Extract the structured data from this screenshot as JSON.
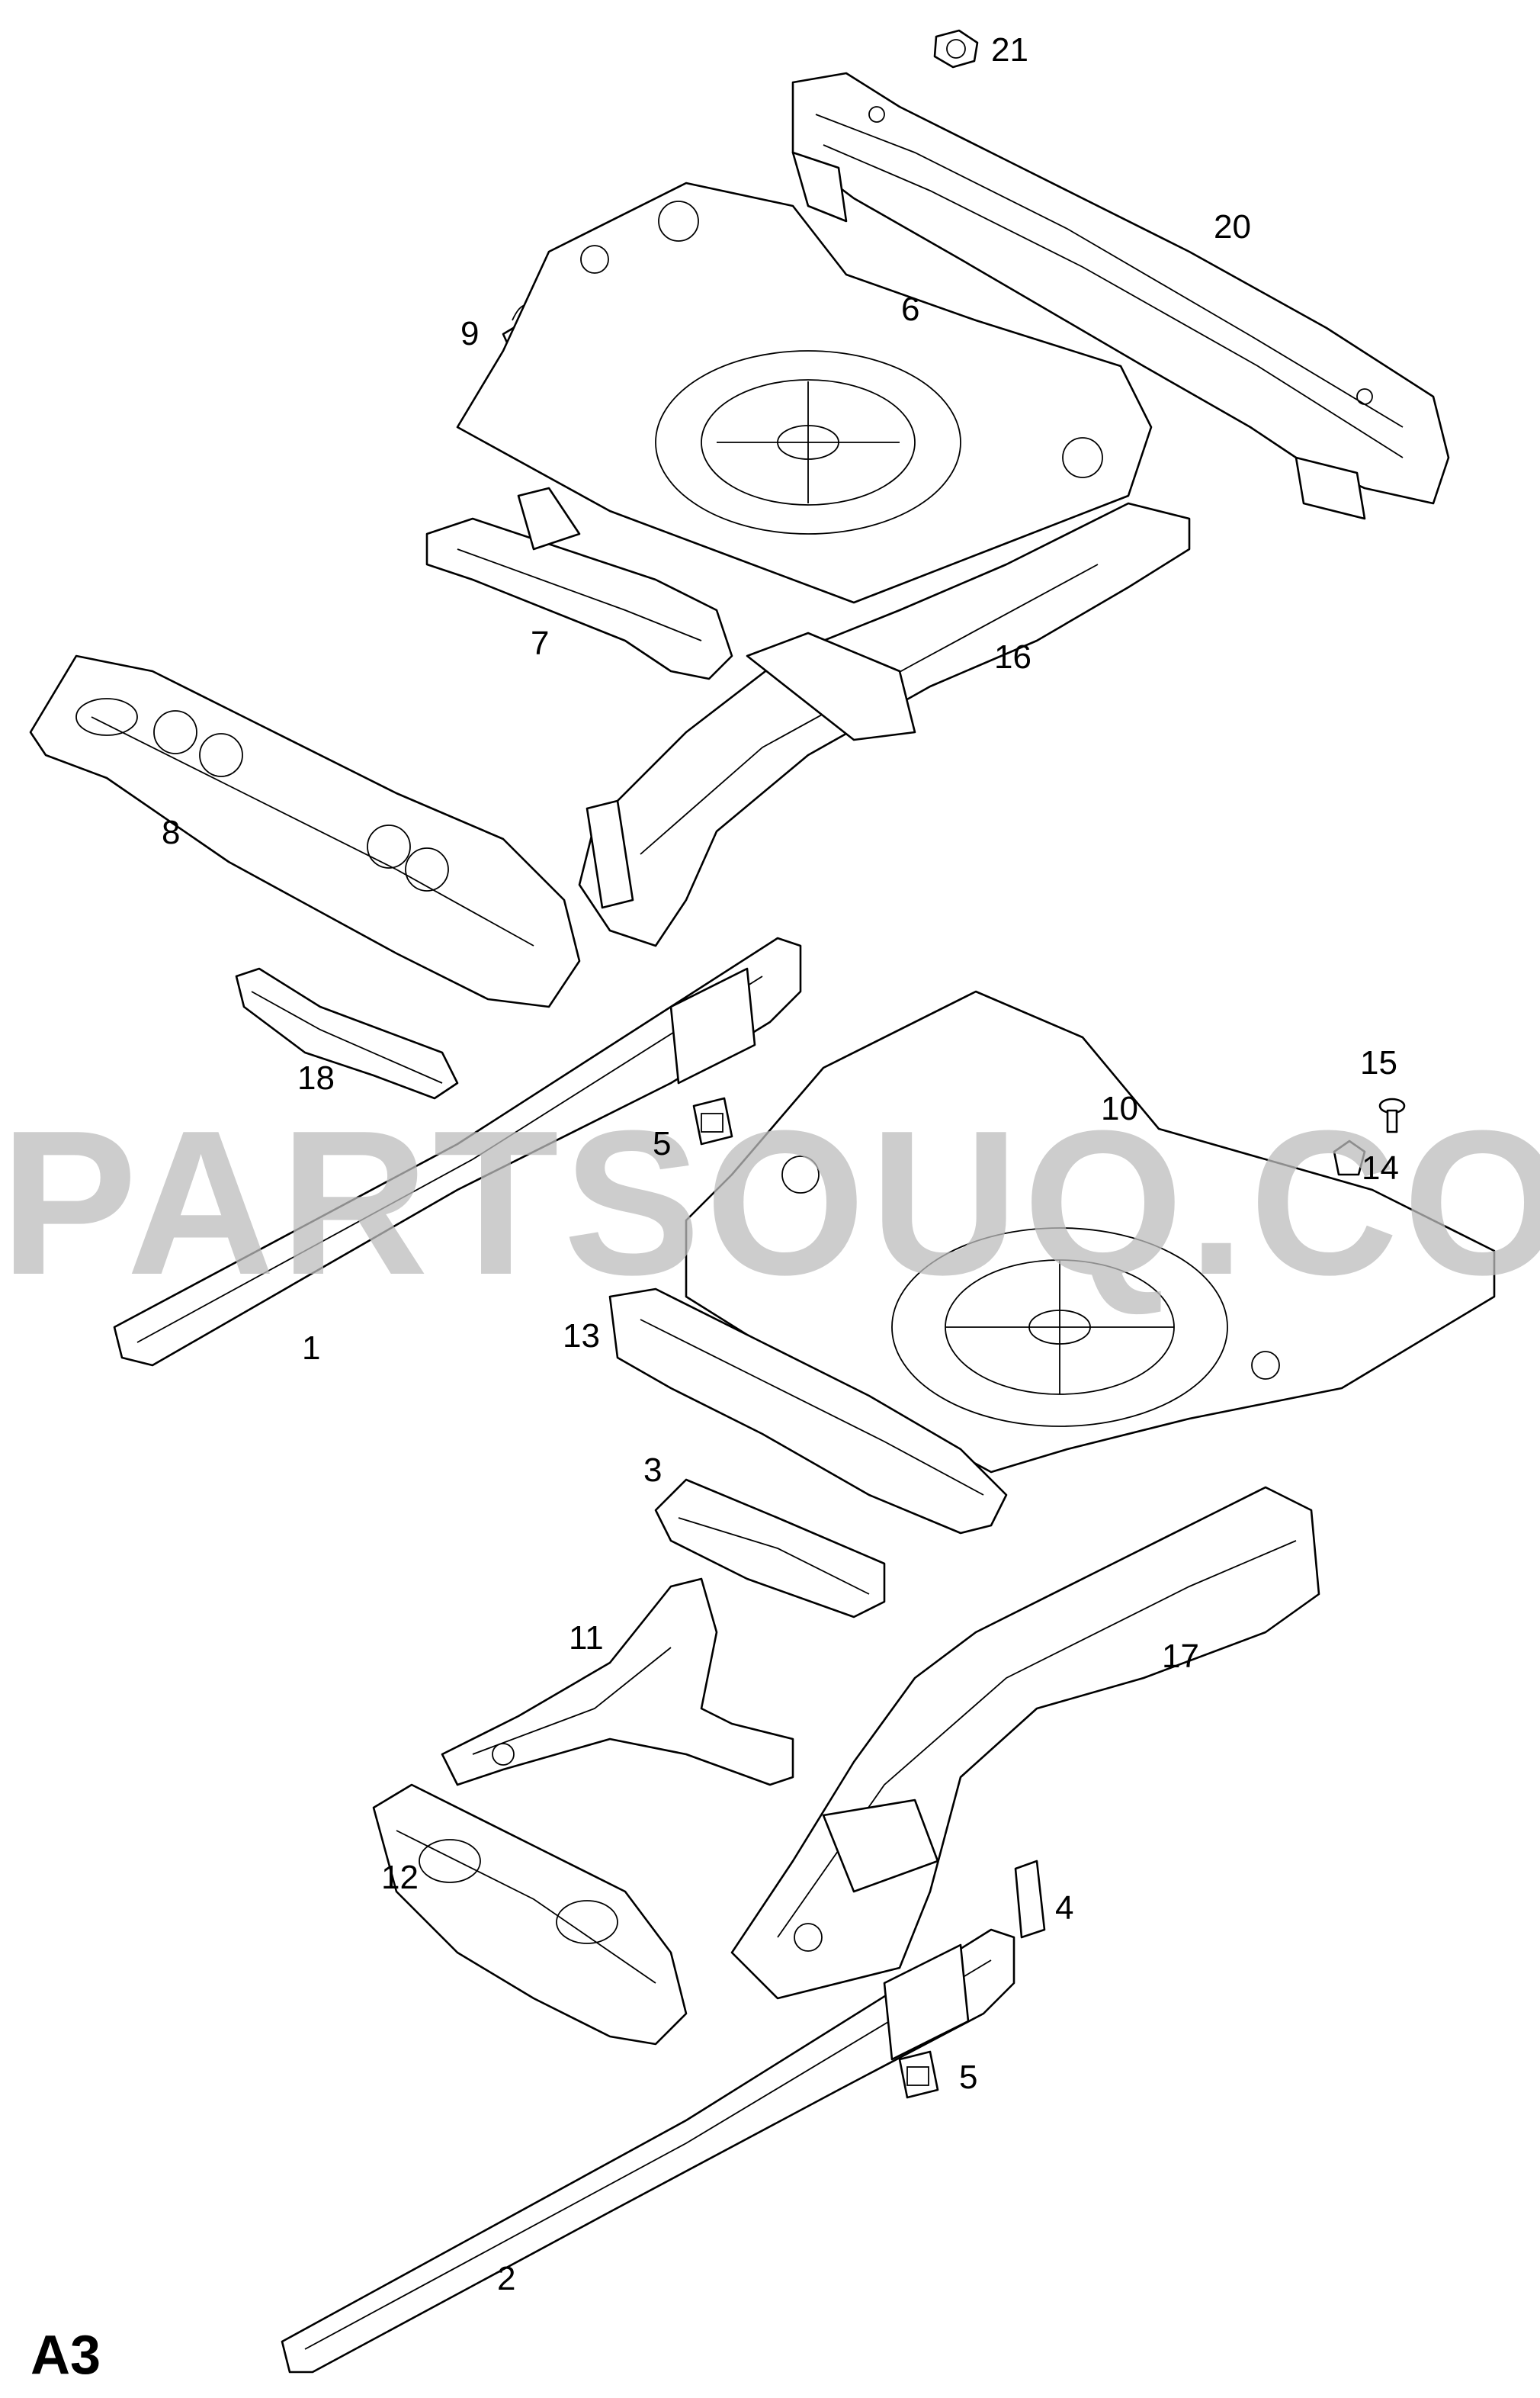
{
  "sheet_code": "A3",
  "watermark": "PARTSOUQ.COM",
  "callouts": [
    {
      "id": "c21",
      "text": "21"
    },
    {
      "id": "c20",
      "text": "20"
    },
    {
      "id": "c9",
      "text": "9"
    },
    {
      "id": "c6",
      "text": "6"
    },
    {
      "id": "c7",
      "text": "7"
    },
    {
      "id": "c16",
      "text": "16"
    },
    {
      "id": "c8",
      "text": "8"
    },
    {
      "id": "c18",
      "text": "18"
    },
    {
      "id": "c15",
      "text": "15"
    },
    {
      "id": "c10",
      "text": "10"
    },
    {
      "id": "c5a",
      "text": "5"
    },
    {
      "id": "c14",
      "text": "14"
    },
    {
      "id": "c1",
      "text": "1"
    },
    {
      "id": "c13",
      "text": "13"
    },
    {
      "id": "c3",
      "text": "3"
    },
    {
      "id": "c11",
      "text": "11"
    },
    {
      "id": "c17",
      "text": "17"
    },
    {
      "id": "c12",
      "text": "12"
    },
    {
      "id": "c4",
      "text": "4"
    },
    {
      "id": "c5b",
      "text": "5"
    },
    {
      "id": "c2",
      "text": "2"
    }
  ]
}
